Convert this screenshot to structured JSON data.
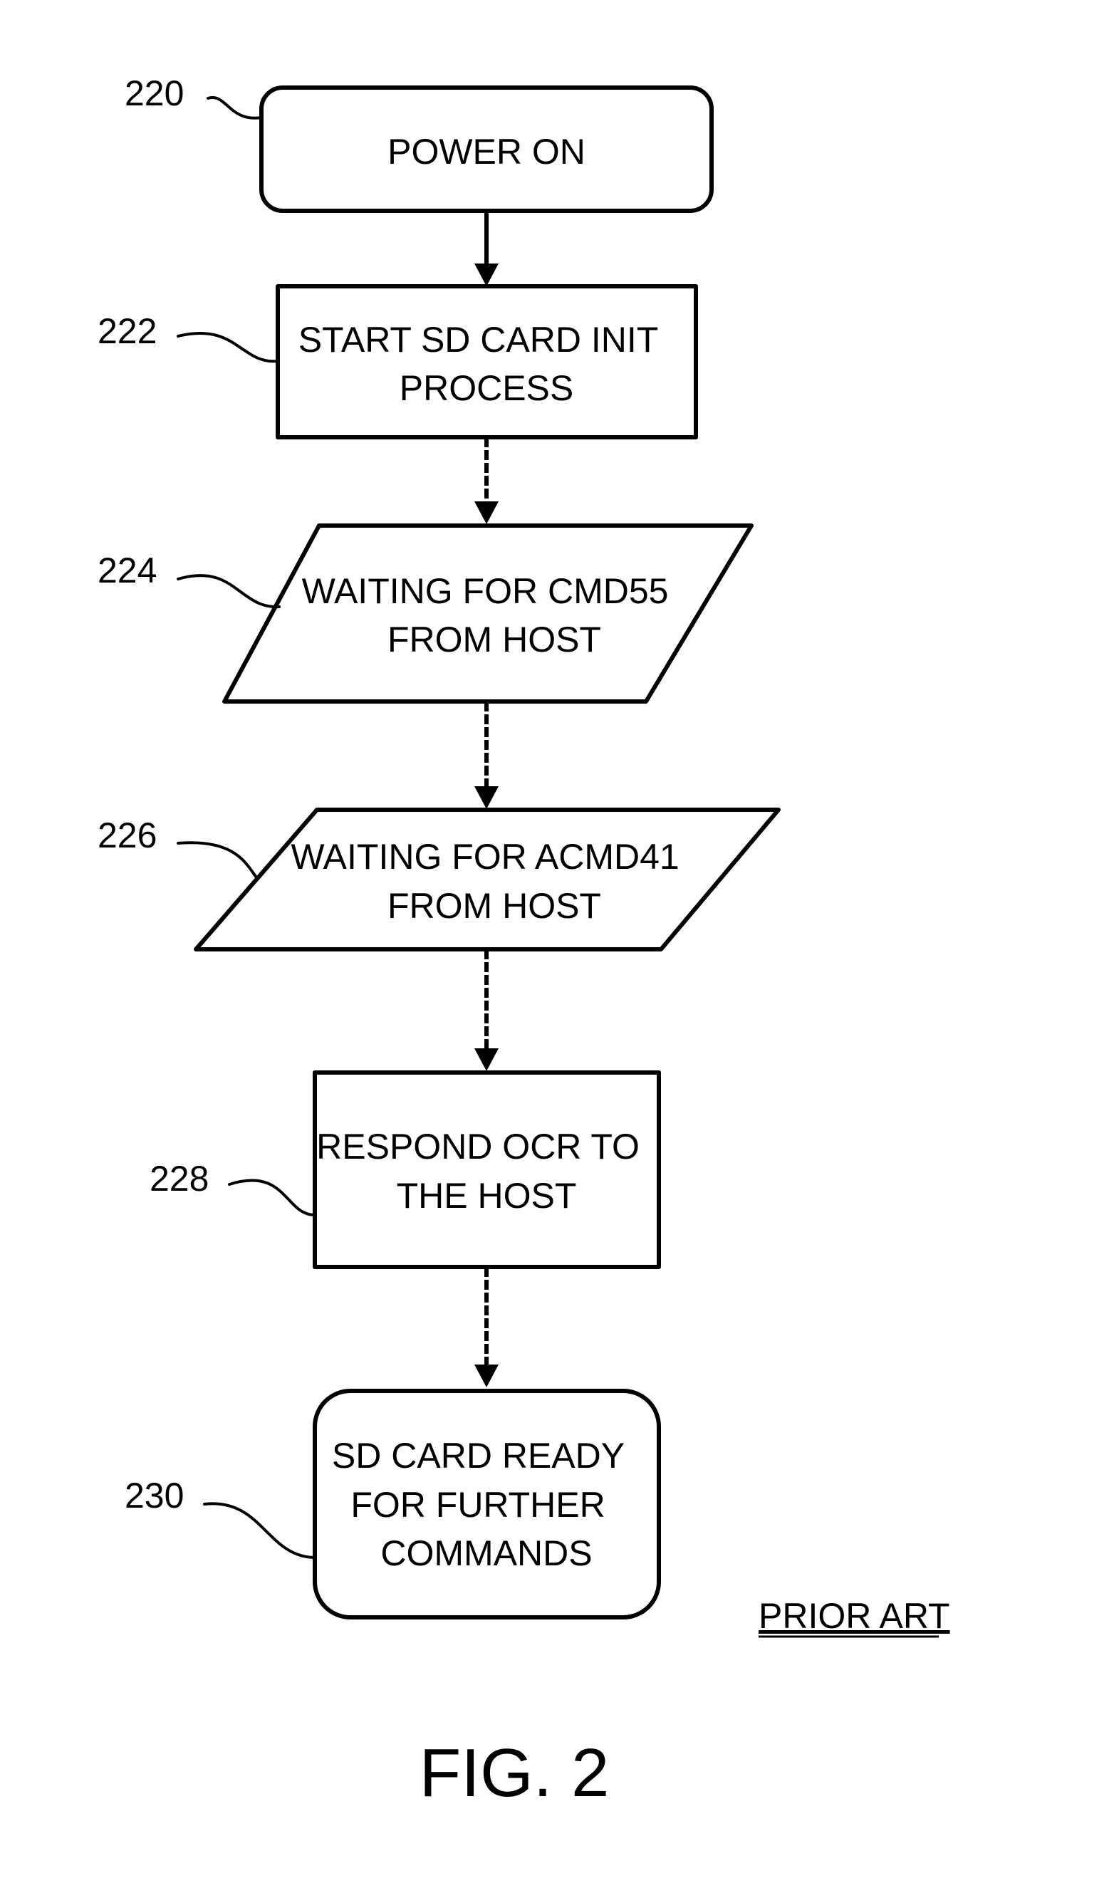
{
  "steps": [
    {
      "ref": "220",
      "shape": "rounded-rectangle",
      "lines": [
        "POWER ON"
      ]
    },
    {
      "ref": "222",
      "shape": "rectangle",
      "lines": [
        "START SD CARD INIT",
        "PROCESS"
      ]
    },
    {
      "ref": "224",
      "shape": "parallelogram",
      "lines": [
        "WAITING FOR CMD55",
        "FROM HOST"
      ]
    },
    {
      "ref": "226",
      "shape": "parallelogram",
      "lines": [
        "WAITING FOR ACMD41",
        "FROM HOST"
      ]
    },
    {
      "ref": "228",
      "shape": "rectangle",
      "lines": [
        "RESPOND OCR TO",
        "THE HOST"
      ]
    },
    {
      "ref": "230",
      "shape": "rounded-rectangle",
      "lines": [
        "SD CARD READY",
        "FOR FURTHER",
        "COMMANDS"
      ]
    }
  ],
  "prior_art": "PRIOR ART",
  "figure_label": "FIG. 2"
}
